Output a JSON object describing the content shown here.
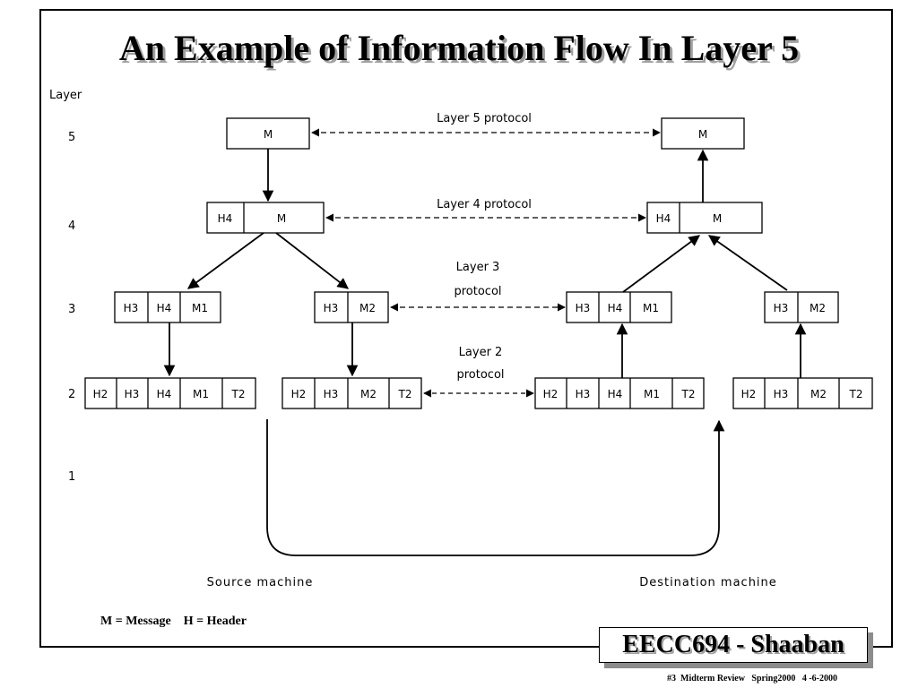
{
  "title": "An Example of Information Flow In Layer 5",
  "layer_axis_label": "Layer",
  "layer_numbers": [
    "5",
    "4",
    "3",
    "2",
    "1"
  ],
  "protocols": {
    "layer5": "Layer 5 protocol",
    "layer4": "Layer 4 protocol",
    "layer3_line1": "Layer 3",
    "layer3_line2": "protocol",
    "layer2_line1": "Layer 2",
    "layer2_line2": "protocol"
  },
  "machines": {
    "source": "Source machine",
    "destination": "Destination machine"
  },
  "cells": {
    "M": "M",
    "H4": "H4",
    "H3": "H3",
    "H2": "H2",
    "M1": "M1",
    "M2": "M2",
    "T2": "T2"
  },
  "legend": "M = Message    H = Header",
  "brand": "EECC694 - Shaaban",
  "footer": "#3  Midterm Review   Spring2000   4 -6-2000"
}
